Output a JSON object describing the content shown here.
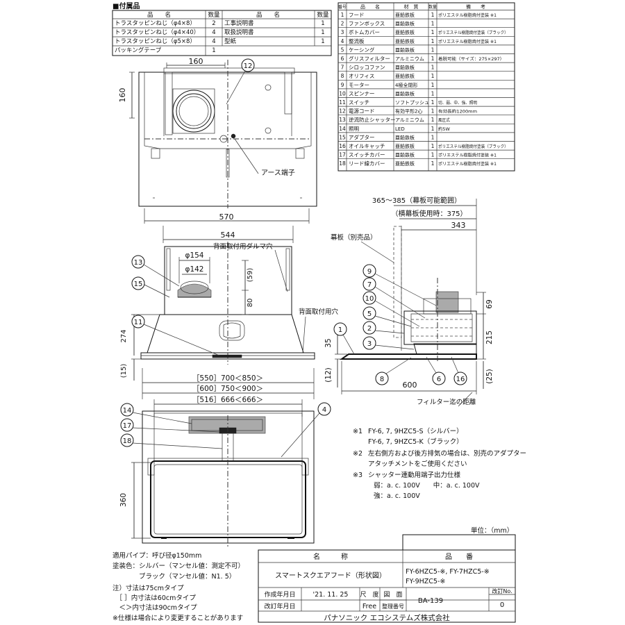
{
  "accessories": {
    "title": "■付属品",
    "headers": [
      "品　　名",
      "数量",
      "品　　名",
      "数量"
    ],
    "rows": [
      [
        "トラスタッピンねじ（φ4×8）",
        "2",
        "工事説明書",
        "1"
      ],
      [
        "トラスタッピンねじ（φ4×40）",
        "4",
        "取扱説明書",
        "1"
      ],
      [
        "トラスタッピンねじ（φ5×8）",
        "4",
        "型紙",
        "1"
      ],
      [
        "パッキングテープ",
        "1",
        "",
        ""
      ]
    ]
  },
  "parts": {
    "headers": [
      "番号",
      "品　　名",
      "材　質",
      "数量",
      "備　　考"
    ],
    "rows": [
      [
        "1",
        "フード",
        "亜鉛鉄板",
        "1",
        "ポリエステル樹脂焼付塗装 ※1"
      ],
      [
        "2",
        "ファンボックス",
        "亜鉛鉄板",
        "1",
        ""
      ],
      [
        "3",
        "ボトムカバー",
        "亜鉛鉄板",
        "1",
        "ポリエステル樹脂焼付塗装（ブラック）"
      ],
      [
        "4",
        "整流板",
        "亜鉛鉄板",
        "1",
        "ポリエステル樹脂焼付塗装 ※1"
      ],
      [
        "5",
        "ケーシング",
        "亜鉛鉄板",
        "1",
        ""
      ],
      [
        "6",
        "グリスフィルター",
        "アルミニウム",
        "1",
        "着脱可能（サイズ：275×297）"
      ],
      [
        "7",
        "シロッコファン",
        "亜鉛鉄板",
        "1",
        ""
      ],
      [
        "8",
        "オリフィス",
        "亜鉛鉄板",
        "1",
        ""
      ],
      [
        "9",
        "モーター",
        "4極全閉形",
        "1",
        ""
      ],
      [
        "10",
        "スピンナー",
        "亜鉛鉄板",
        "1",
        ""
      ],
      [
        "11",
        "スイッチ",
        "ソフトプッシュ",
        "1",
        "切、弱、中、強、照明"
      ],
      [
        "12",
        "電源コード",
        "有効平形2心",
        "1",
        "有効長約1200mm"
      ],
      [
        "13",
        "逆流防止シャッター",
        "アルミニウム",
        "1",
        "風圧式"
      ],
      [
        "14",
        "照明",
        "LED",
        "1",
        "約5W"
      ],
      [
        "15",
        "アダプター",
        "亜鉛鉄板",
        "1",
        ""
      ],
      [
        "16",
        "オイルキャッチ",
        "亜鉛鉄板",
        "1",
        "ポリエステル樹脂焼付塗装（ブラック）"
      ],
      [
        "17",
        "スイッチカバー",
        "亜鉛鉄板",
        "1",
        "ポリエステル樹脂焼付塗装 ※1"
      ],
      [
        "18",
        "リード線カバー",
        "亜鉛鉄板",
        "1",
        "ポリエステル樹脂焼付塗装 ※1"
      ]
    ]
  },
  "top_view": {
    "dim_width": "160",
    "dim_height": "160",
    "earth_label": "アース端子",
    "callout": "12",
    "dim_bottom": "570"
  },
  "front_view": {
    "dim_inner": "544",
    "dim_154": "φ154",
    "dim_142": "φ142",
    "dim_59": "(59)",
    "dim_80": "80",
    "dim_274": "274",
    "dim_15": "(15)",
    "label_back_hole": "背面取付用ダルマ穴",
    "label_back_mount": "背面取付用穴",
    "dim_row1": "［550］700＜850＞",
    "dim_row2": "［600］750＜900＞",
    "callouts": [
      "13",
      "15",
      "11"
    ]
  },
  "bottom_view": {
    "dim_top": "［516］666＜666＞",
    "dim_360": "360",
    "callouts": [
      "14",
      "17",
      "18",
      "4"
    ]
  },
  "side_view": {
    "dim_range": "365～385（幕板可能範囲）",
    "dim_range_sub": "（横幕板使用時：375）",
    "dim_343": "343",
    "label_panel": "幕板（別売品）",
    "dim_69": "69",
    "dim_215": "215",
    "dim_35": "35",
    "dim_12": "(12)",
    "dim_25": "(25)",
    "dim_600": "600",
    "label_filter": "フィルター迄の距離",
    "callouts": [
      "9",
      "7",
      "10",
      "5",
      "2",
      "3",
      "1",
      "8",
      "6",
      "16"
    ]
  },
  "notes": [
    {
      "mark": "※1",
      "text": "FY-6, 7, 9HZC5-S（シルバー）"
    },
    {
      "mark": "",
      "text": "FY-6, 7, 9HZC5-K（ブラック）"
    },
    {
      "mark": "※2",
      "text": "左右側方および後方排気の場合は、別売のアダプター"
    },
    {
      "mark": "",
      "text": "アタッチメントをご使用ください"
    },
    {
      "mark": "※3",
      "text": "シャッター連動用端子出力仕様"
    },
    {
      "mark": "",
      "text": "弱：a. c. 100V　　中：a. c. 100V"
    },
    {
      "mark": "",
      "text": "強：a. c. 100V"
    }
  ],
  "unit": "単位：（mm）",
  "specs": [
    "適用パイプ：呼び径φ150mm",
    "塗装色：シルバー（マンセル値：測定不可）",
    "　　　　ブラック（マンセル値：N1. 5）",
    "注）寸法は75cmタイプ",
    "　［ ］内寸法は60cmタイプ",
    "　＜＞内寸法は90cmタイプ",
    "※仕様は場合により変更することがあります"
  ],
  "title_block": {
    "name_header": "名　　　称",
    "name_value": "スマートスクエアフード（形状図）",
    "model_header": "品　　番",
    "model_line1": "FY-6HZC5-※, FY-7HZC5-※",
    "model_line2": "FY-9HZC5-※",
    "created_label": "作成年月日",
    "created_value": "'21. 11. 25",
    "scale_label": "尺　度",
    "scale_value": "Free",
    "drawing_label": "図　面",
    "drawing_label2": "整理番号",
    "drawing_value": "BA-139",
    "rev_label": "改訂No.",
    "rev_value": "0",
    "revised_label": "改訂年月日",
    "company": "パナソニック エコシステムズ株式会社"
  }
}
